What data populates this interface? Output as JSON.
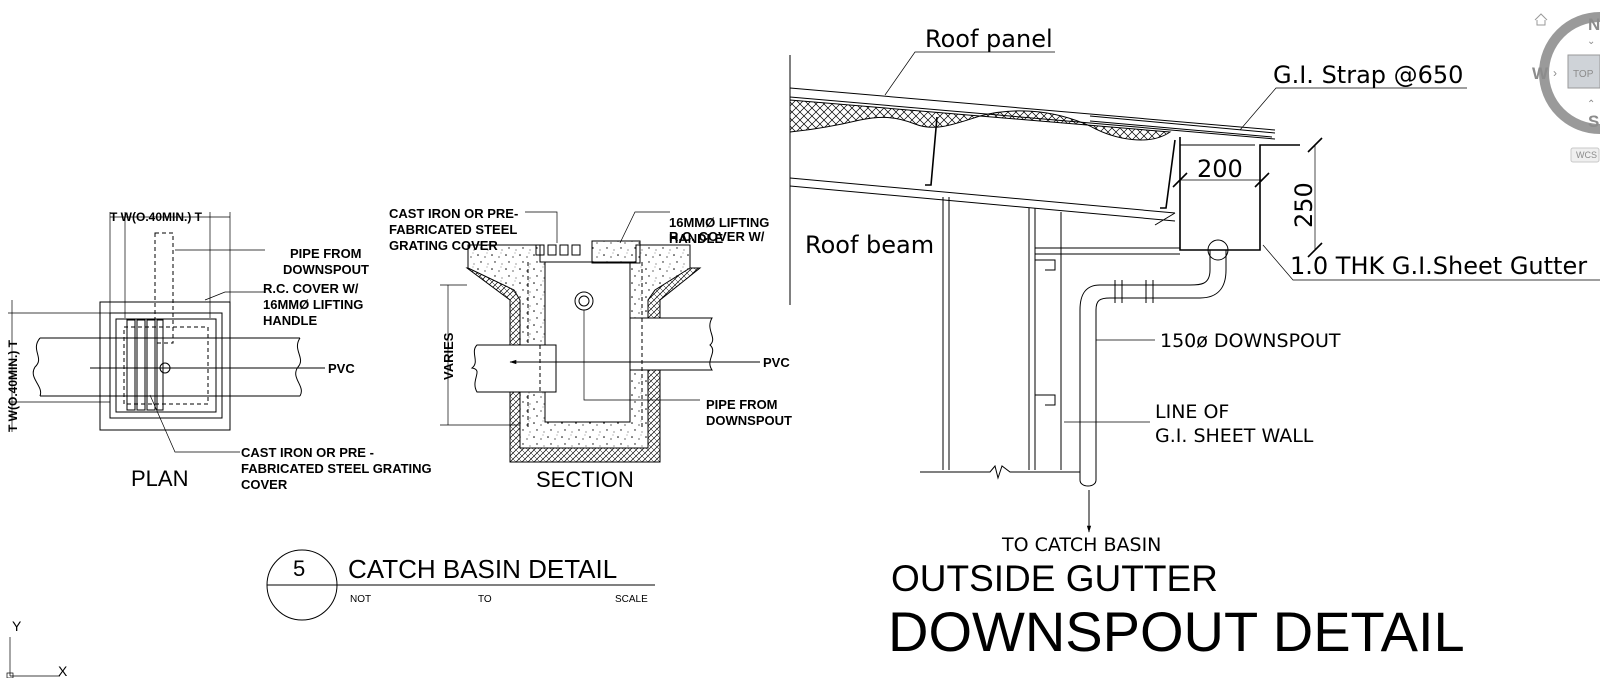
{
  "catch_basin": {
    "plan": {
      "label": "PLAN",
      "dim_top": "T  W(O.40MIN.)  T",
      "dim_side": "T  W(O.40MIN.)  T",
      "pipe_from_downspout": [
        "PIPE FROM",
        "DOWNSPOUT"
      ],
      "rc_cover": [
        "R.C. COVER W/",
        "16MMØ LIFTING",
        "HANDLE"
      ],
      "pvc": "PVC",
      "grating_cover": [
        "CAST IRON OR PRE -",
        "FABRICATED STEEL GRATING",
        "COVER"
      ]
    },
    "section": {
      "label": "SECTION",
      "grating_cover": [
        "CAST IRON OR PRE-",
        "FABRICATED STEEL",
        "GRATING COVER"
      ],
      "rc_cover": [
        "R.C. COVER W/",
        "16MMØ LIFTING",
        "HANDLE"
      ],
      "varies": "VARIES",
      "pvc": "PVC",
      "pipe_from_downspout": [
        "PIPE FROM",
        "DOWNSPOUT"
      ]
    },
    "title_block": {
      "number": "5",
      "title": "CATCH BASIN DETAIL",
      "scale_words": [
        "NOT",
        "TO",
        "SCALE"
      ]
    }
  },
  "gutter_detail": {
    "roof_panel": "Roof panel",
    "gi_strap": "G.I. Strap @650",
    "dim_200": "200",
    "dim_250": "250",
    "roof_beam": "Roof beam",
    "gutter": "1.0 THK G.I.Sheet Gutter",
    "downspout": "150ø DOWNSPOUT",
    "sheet_wall": [
      "LINE OF",
      "G.I. SHEET WALL"
    ],
    "to_catch_basin": "TO CATCH BASIN",
    "title_line1": "OUTSIDE GUTTER",
    "title_line2": "DOWNSPOUT DETAIL"
  },
  "viewcube": {
    "north": "N",
    "south": "S",
    "west": "W",
    "face": "TOP",
    "wcs": "WCS"
  },
  "ucs": {
    "x": "X",
    "y": "Y"
  }
}
